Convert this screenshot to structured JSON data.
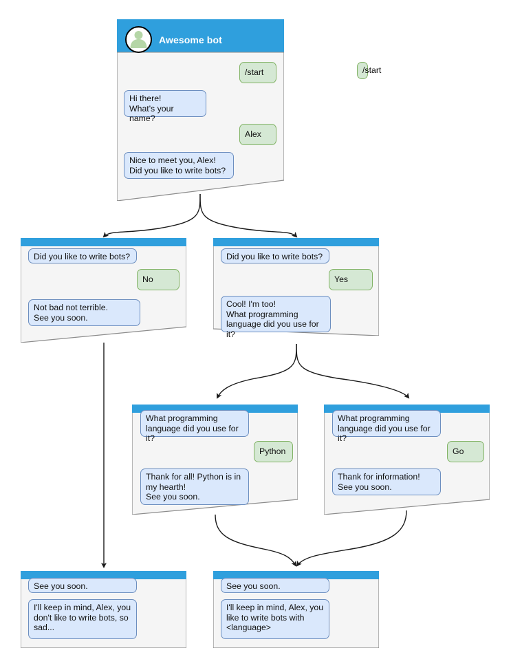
{
  "diagram": {
    "title": "Awesome bot conversation flow",
    "colors": {
      "header_bar": "#2f9fdd",
      "card_body": "#f5f5f5",
      "card_border": "#8c8c8c",
      "bot_bubble_fill": "#dae8fc",
      "bot_bubble_border": "#6c8ebf",
      "user_bubble_fill": "#d5e8d4",
      "user_bubble_border": "#82b366",
      "avatar_person": "#b5d6a7",
      "connector": "#1a1a1a"
    }
  },
  "cards": [
    {
      "id": "root",
      "header": {
        "title": "Awesome bot",
        "avatar_icon": "person-avatar-icon"
      },
      "messages": [
        {
          "side": "user",
          "text": "/start"
        },
        {
          "side": "bot",
          "text": "Hi there!\nWhat's your name?"
        },
        {
          "side": "user",
          "text": "Alex"
        },
        {
          "side": "bot",
          "text": "Nice to meet you, Alex!\nDid you like to write bots?"
        }
      ]
    },
    {
      "id": "no-branch",
      "header": {
        "title": ""
      },
      "messages": [
        {
          "side": "bot",
          "text": "Did you like to write bots?"
        },
        {
          "side": "user",
          "text": "No"
        },
        {
          "side": "bot",
          "text": "Not bad not terrible.\nSee you soon."
        }
      ]
    },
    {
      "id": "yes-branch",
      "header": {
        "title": ""
      },
      "messages": [
        {
          "side": "bot",
          "text": "Did you like to write bots?"
        },
        {
          "side": "user",
          "text": "Yes"
        },
        {
          "side": "bot",
          "text": "Cool! I'm too!\nWhat programming\nlanguage did you use for it?"
        }
      ]
    },
    {
      "id": "python-branch",
      "header": {
        "title": ""
      },
      "messages": [
        {
          "side": "bot",
          "text": "What programming\nlanguage did you use for it?"
        },
        {
          "side": "user",
          "text": "Python"
        },
        {
          "side": "bot",
          "text": "Thank for all! Python is in\nmy hearth!\nSee you soon."
        }
      ]
    },
    {
      "id": "go-branch",
      "header": {
        "title": ""
      },
      "messages": [
        {
          "side": "bot",
          "text": "What programming\nlanguage did you use for it?"
        },
        {
          "side": "user",
          "text": "Go"
        },
        {
          "side": "bot",
          "text": "Thank for information!\nSee you soon."
        }
      ]
    },
    {
      "id": "end-sad",
      "header": {
        "title": ""
      },
      "messages": [
        {
          "side": "bot",
          "text": "See you soon."
        },
        {
          "side": "bot",
          "text": "I'll keep in mind, Alex, you\ndon't like to write bots, so\nsad..."
        }
      ]
    },
    {
      "id": "end-happy",
      "header": {
        "title": ""
      },
      "messages": [
        {
          "side": "bot",
          "text": "See you soon."
        },
        {
          "side": "bot",
          "text": "I'll keep in mind, Alex, you\nlike to write bots with\n<language>"
        }
      ]
    }
  ]
}
